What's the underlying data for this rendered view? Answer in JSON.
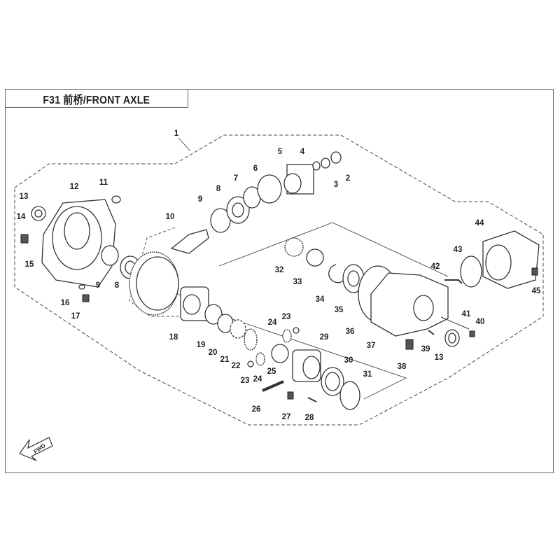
{
  "header": {
    "title": "F31 前桥/FRONT AXLE"
  },
  "fwd_label": "FWD",
  "callouts": [
    "1",
    "2",
    "3",
    "4",
    "5",
    "6",
    "7",
    "8",
    "9",
    "10",
    "11",
    "12",
    "13",
    "14",
    "15",
    "16",
    "17",
    "8",
    "9",
    "18",
    "19",
    "20",
    "21",
    "22",
    "23",
    "24",
    "23",
    "24",
    "25",
    "26",
    "27",
    "28",
    "29",
    "30",
    "31",
    "32",
    "33",
    "34",
    "35",
    "36",
    "37",
    "38",
    "39",
    "13",
    "40",
    "41",
    "42",
    "43",
    "44",
    "45"
  ]
}
